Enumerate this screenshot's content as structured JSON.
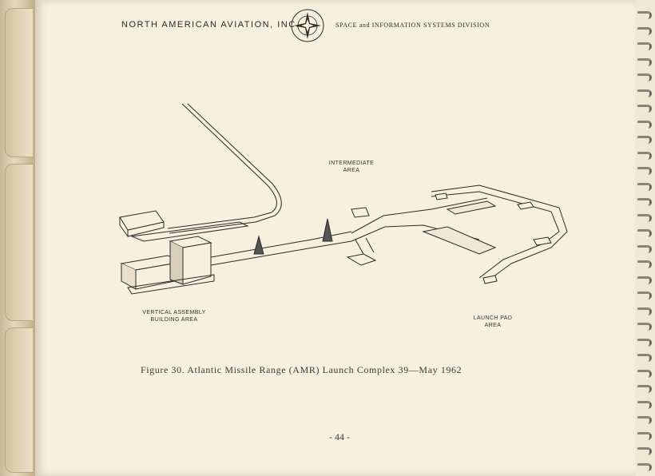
{
  "header": {
    "left_text": "NORTH AMERICAN AVIATION, INC.",
    "right_text": "SPACE and INFORMATION SYSTEMS DIVISION",
    "logo_icon": "star-compass-icon"
  },
  "diagram": {
    "labels": {
      "intermediate": "INTERMEDIATE\nAREA",
      "vab": "VERTICAL ASSEMBLY\nBUILDING AREA",
      "launch_pad": "LAUNCH PAD\nAREA"
    }
  },
  "caption": "Figure 30.  Atlantic Missile Range (AMR) Launch Complex 39—May 1962",
  "page_number": "- 44 -",
  "colors": {
    "ink": "#2a2a2a",
    "paper": "#f6f0df"
  }
}
